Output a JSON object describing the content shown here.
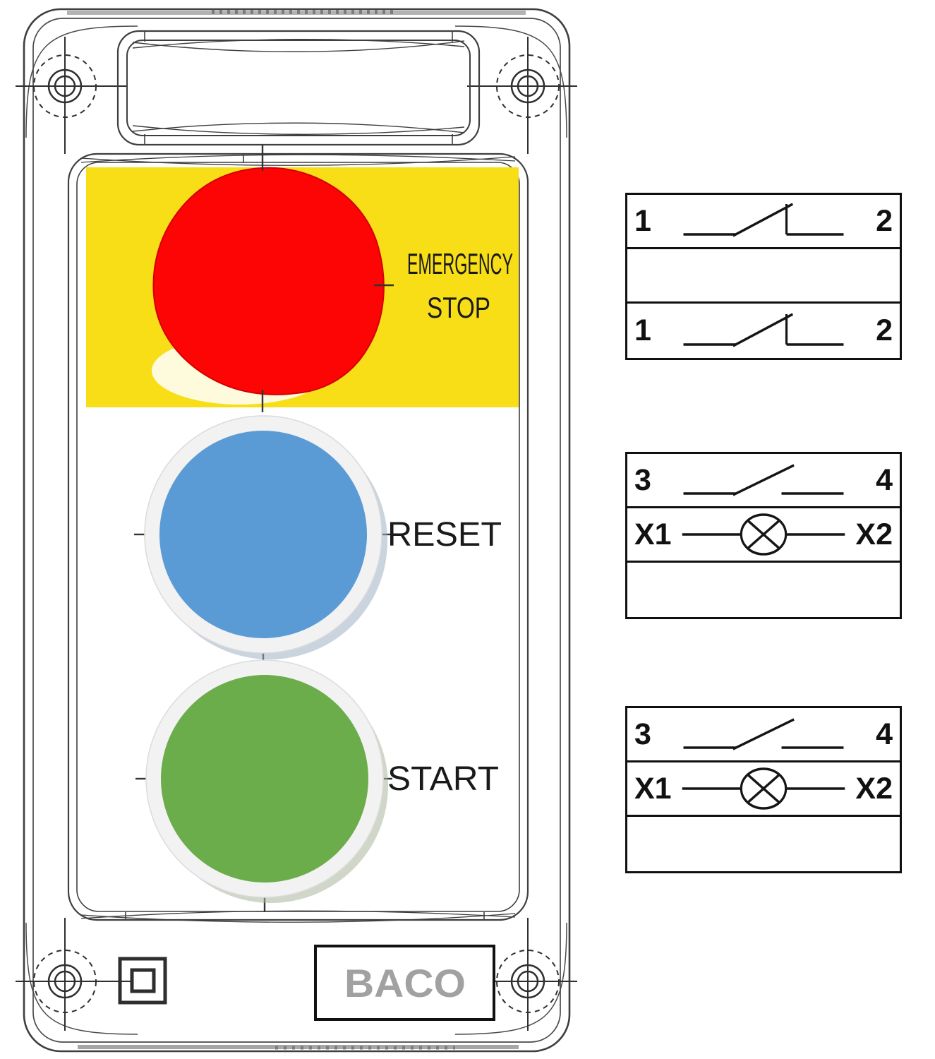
{
  "device": {
    "estop_label_line1": "EMERGENCY",
    "estop_label_line2": "STOP",
    "reset_label": "RESET",
    "start_label": "START",
    "brand": "BACO"
  },
  "colors": {
    "estop_background_yellow": "#F7DE16",
    "estop_button_red": "#FE0505",
    "reset_button_blue": "#5B9BD5",
    "start_button_green": "#6BAC4B",
    "brand_gray": "#A1A1A1"
  },
  "contact_blocks": [
    {
      "id": "emergency-stop-contact-block",
      "rows": [
        {
          "symbol": "nc-contact",
          "left_terminal": "1",
          "right_terminal": "2"
        },
        {
          "symbol": "none",
          "left_terminal": "",
          "right_terminal": ""
        },
        {
          "symbol": "nc-contact",
          "left_terminal": "1",
          "right_terminal": "2"
        }
      ]
    },
    {
      "id": "reset-contact-block",
      "rows": [
        {
          "symbol": "no-contact",
          "left_terminal": "3",
          "right_terminal": "4"
        },
        {
          "symbol": "lamp",
          "left_terminal": "X1",
          "right_terminal": "X2"
        },
        {
          "symbol": "none",
          "left_terminal": "",
          "right_terminal": ""
        }
      ]
    },
    {
      "id": "start-contact-block",
      "rows": [
        {
          "symbol": "no-contact",
          "left_terminal": "3",
          "right_terminal": "4"
        },
        {
          "symbol": "lamp",
          "left_terminal": "X1",
          "right_terminal": "X2"
        },
        {
          "symbol": "none",
          "left_terminal": "",
          "right_terminal": ""
        }
      ]
    }
  ]
}
